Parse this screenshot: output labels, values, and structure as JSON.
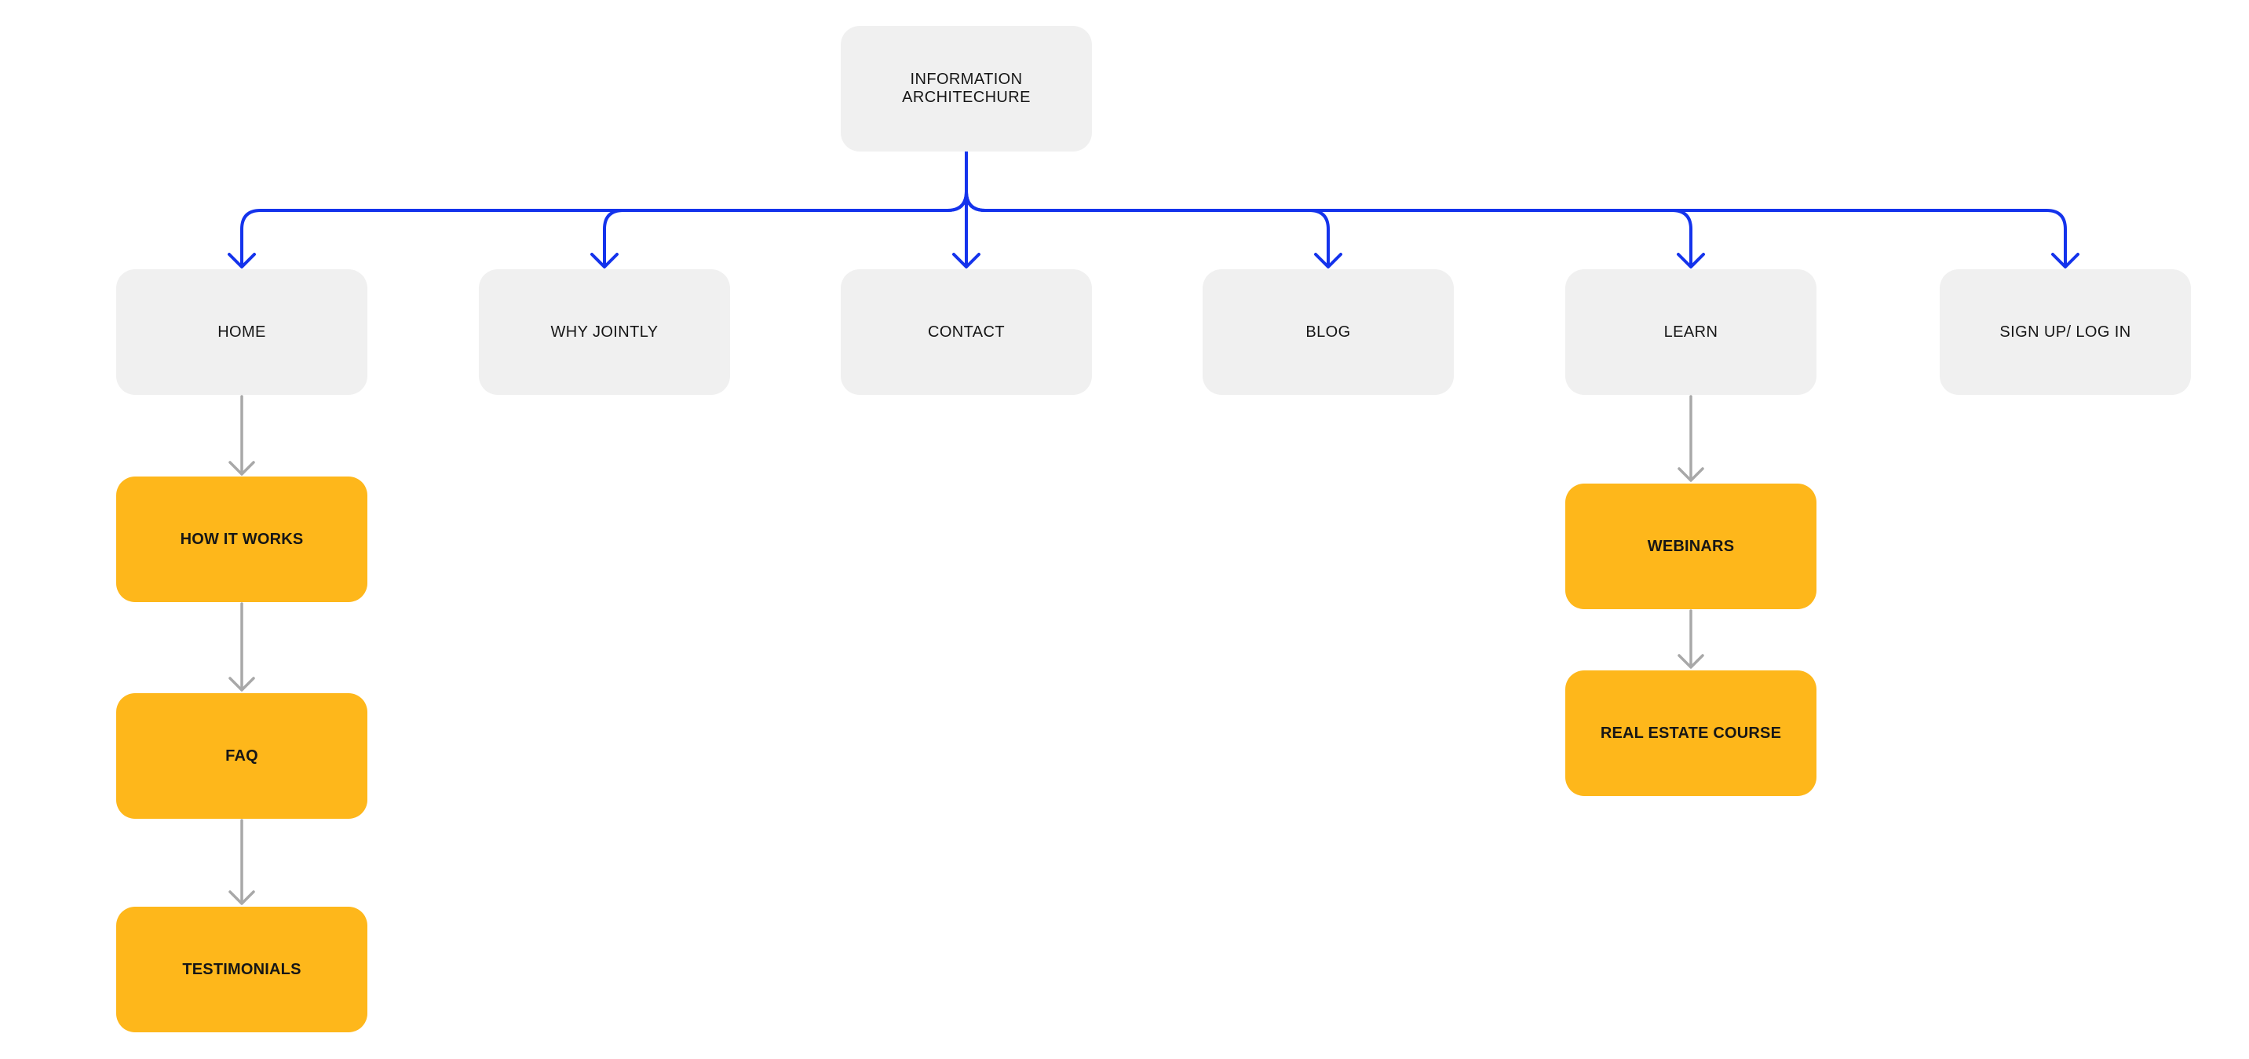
{
  "diagram_type": "sitemap-flowchart",
  "colors": {
    "node_gray_fill": "#f0f0f0",
    "node_orange_fill": "#feb71b",
    "connector_blue": "#1433ec",
    "connector_gray": "#a8a8a8",
    "label_color": "#161616"
  },
  "nodes": {
    "root": {
      "label": "INFORMATION ARCHITECHURE",
      "style": "gray"
    },
    "home": {
      "label": "HOME",
      "style": "gray"
    },
    "why_jointly": {
      "label": "WHY JOINTLY",
      "style": "gray"
    },
    "contact": {
      "label": "CONTACT",
      "style": "gray"
    },
    "blog": {
      "label": "BLOG",
      "style": "gray"
    },
    "learn": {
      "label": "LEARN",
      "style": "gray"
    },
    "signup_login": {
      "label": "SIGN UP/ LOG IN",
      "style": "gray"
    },
    "how_it_works": {
      "label": "HOW IT WORKS",
      "style": "orange"
    },
    "faq": {
      "label": "FAQ",
      "style": "orange"
    },
    "testimonials": {
      "label": "TESTIMONIALS",
      "style": "orange"
    },
    "webinars": {
      "label": "WEBINARS",
      "style": "orange"
    },
    "real_estate_course": {
      "label": "REAL ESTATE COURSE",
      "style": "orange"
    }
  },
  "edges": [
    {
      "from": "root",
      "to": "home",
      "connector": "blue-arrow"
    },
    {
      "from": "root",
      "to": "why_jointly",
      "connector": "blue-arrow"
    },
    {
      "from": "root",
      "to": "contact",
      "connector": "blue-arrow"
    },
    {
      "from": "root",
      "to": "blog",
      "connector": "blue-arrow"
    },
    {
      "from": "root",
      "to": "learn",
      "connector": "blue-arrow"
    },
    {
      "from": "root",
      "to": "signup_login",
      "connector": "blue-arrow"
    },
    {
      "from": "home",
      "to": "how_it_works",
      "connector": "gray-arrow"
    },
    {
      "from": "how_it_works",
      "to": "faq",
      "connector": "gray-arrow"
    },
    {
      "from": "faq",
      "to": "testimonials",
      "connector": "gray-arrow"
    },
    {
      "from": "learn",
      "to": "webinars",
      "connector": "gray-arrow"
    },
    {
      "from": "webinars",
      "to": "real_estate_course",
      "connector": "gray-arrow"
    }
  ]
}
